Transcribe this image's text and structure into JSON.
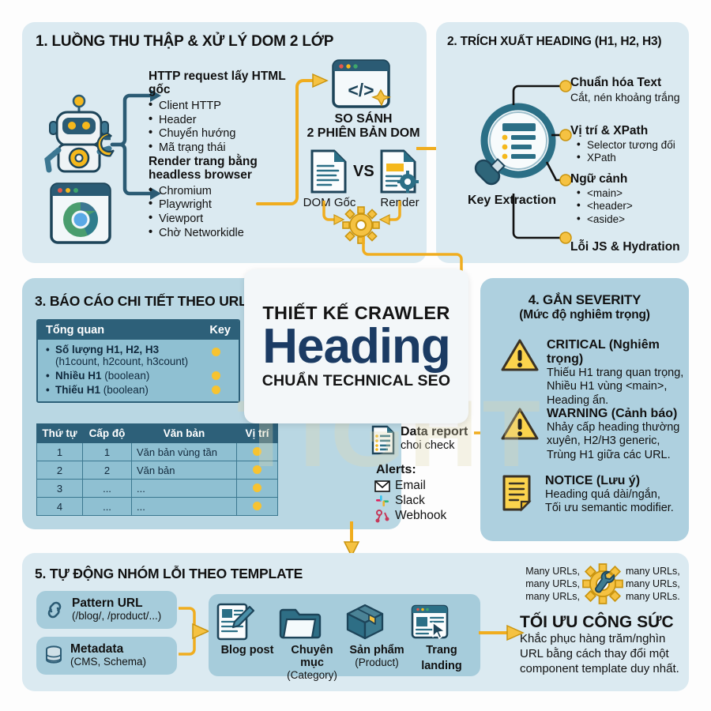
{
  "colors": {
    "panel_light": "#dbeaf1",
    "panel_mid": "#b9d7e3",
    "accent_yellow": "#f5c242",
    "teal_dark": "#2d6079",
    "navy": "#1b3b63",
    "table_header": "#2d6079",
    "table_cell": "#8fc0d2"
  },
  "hero": {
    "line1": "THIẾT KẾ CRAWLER",
    "line2": "Heading",
    "line3": "CHUẨN TECHNICAL SEO"
  },
  "watermark": {
    "text": "TIGHT"
  },
  "section1": {
    "title": "1. LUỒNG THU THẬP & XỬ LÝ DOM 2 LỚP",
    "branch_a": {
      "heading": "HTTP request lấy HTML gốc",
      "items": [
        "Client HTTP",
        "Header",
        "Chuyển hướng",
        "Mã trạng thái"
      ]
    },
    "branch_b": {
      "heading_line1": "Render trang bằng",
      "heading_line2": "headless browser",
      "items": [
        "Chromium",
        "Playwright",
        "Viewport",
        "Chờ Networkidle"
      ]
    },
    "compare": {
      "line1": "SO SÁNH",
      "line2": "2 PHIÊN BẢN DOM",
      "code_glyph": "</>",
      "doc_left_label": "DOM Gốc",
      "vs_label": "VS",
      "doc_right_label": "Render"
    }
  },
  "section2": {
    "title": "2. TRÍCH XUẤT HEADING (H1, H2, H3)",
    "magnifier_label": "Key Extraction",
    "nodes": [
      {
        "title": "Chuẩn hóa Text",
        "sub": "Cắt, nén khoảng trắng",
        "items": []
      },
      {
        "title": "Vị trí & XPath",
        "sub": "",
        "items": [
          "Selector tương đối",
          "XPath"
        ]
      },
      {
        "title": "Ngữ cảnh",
        "sub": "",
        "items": [
          "<main>",
          "<header>",
          "<aside>"
        ]
      },
      {
        "title": "Lỗi JS & Hydration",
        "sub": "",
        "items": []
      }
    ]
  },
  "section3": {
    "title": "3. BÁO CÁO CHI TIẾT THEO URL",
    "overview": {
      "header_left": "Tổng quan",
      "header_right": "Key",
      "rows": [
        {
          "label": "Số lượng H1, H2, H3",
          "sub": "(h1count, h2count, h3count)",
          "key": true
        },
        {
          "label": "Nhiều H1",
          "sub": "(boolean)",
          "key": true
        },
        {
          "label": "Thiếu H1",
          "sub": "(boolean)",
          "key": true
        }
      ]
    },
    "table": {
      "headers": [
        "Thứ tự",
        "Cấp độ",
        "Văn bản",
        "Vị trí"
      ],
      "rows": [
        [
          "1",
          "1",
          "Văn bản vùng tần",
          "dot"
        ],
        [
          "2",
          "2",
          "Văn bản",
          "dot"
        ],
        [
          "3",
          "...",
          "...",
          "dot"
        ],
        [
          "4",
          "...",
          "...",
          "dot"
        ]
      ]
    }
  },
  "center_report": {
    "title": "Data report",
    "sub": "choi check",
    "alerts_label": "Alerts:",
    "alerts": [
      {
        "name": "Email",
        "icon": "envelope-icon"
      },
      {
        "name": "Slack",
        "icon": "slack-icon"
      },
      {
        "name": "Webhook",
        "icon": "webhook-icon"
      }
    ]
  },
  "section4": {
    "title": "4. GẮN SEVERITY",
    "subtitle": "(Mức độ nghiêm trọng)",
    "levels": [
      {
        "icon": "warning-triangle-icon",
        "title": "CRITICAL (Nghiêm trọng)",
        "lines": [
          "Thiếu H1 trang quan trọng,",
          "Nhiều H1 vùng <main>,",
          "Heading ẩn."
        ]
      },
      {
        "icon": "warning-triangle-icon",
        "title": "WARNING (Cảnh báo)",
        "lines": [
          "Nhảy cấp heading thường",
          "xuyên, H2/H3 generic,",
          "Trùng H1 giữa các URL."
        ]
      },
      {
        "icon": "note-page-icon",
        "title": "NOTICE (Lưu ý)",
        "lines": [
          "Heading quá dài/ngắn,",
          "Tối ưu semantic modifier."
        ]
      }
    ]
  },
  "section5": {
    "title": "5. TỰ ĐỘNG NHÓM LỖI THEO TEMPLATE",
    "inputs": [
      {
        "icon": "link-icon",
        "title": "Pattern URL",
        "sub": "(/blog/, /product/...)"
      },
      {
        "icon": "database-icon",
        "title": "Metadata",
        "sub": "(CMS, Schema)"
      }
    ],
    "templates": [
      {
        "icon": "article-pencil-icon",
        "label": "Blog post",
        "sub": ""
      },
      {
        "icon": "folder-icon",
        "label": "Chuyên mục",
        "sub": "(Category)"
      },
      {
        "icon": "box-icon",
        "label": "Sản phẩm",
        "sub": "(Product)"
      },
      {
        "icon": "browser-cursor-icon",
        "label": "Trang",
        "sub": "landing"
      }
    ],
    "result": {
      "cloud_left": [
        "Many URLs,",
        "many URLs,",
        "many URLs,"
      ],
      "cloud_right": [
        "many URLs,",
        "many URLs,",
        "many URLs."
      ],
      "title": "TỐI ƯU CÔNG SỨC",
      "lines": [
        "Khắc phục hàng trăm/nghìn",
        "URL bằng cách thay đổi một",
        "component template duy nhất."
      ]
    }
  }
}
